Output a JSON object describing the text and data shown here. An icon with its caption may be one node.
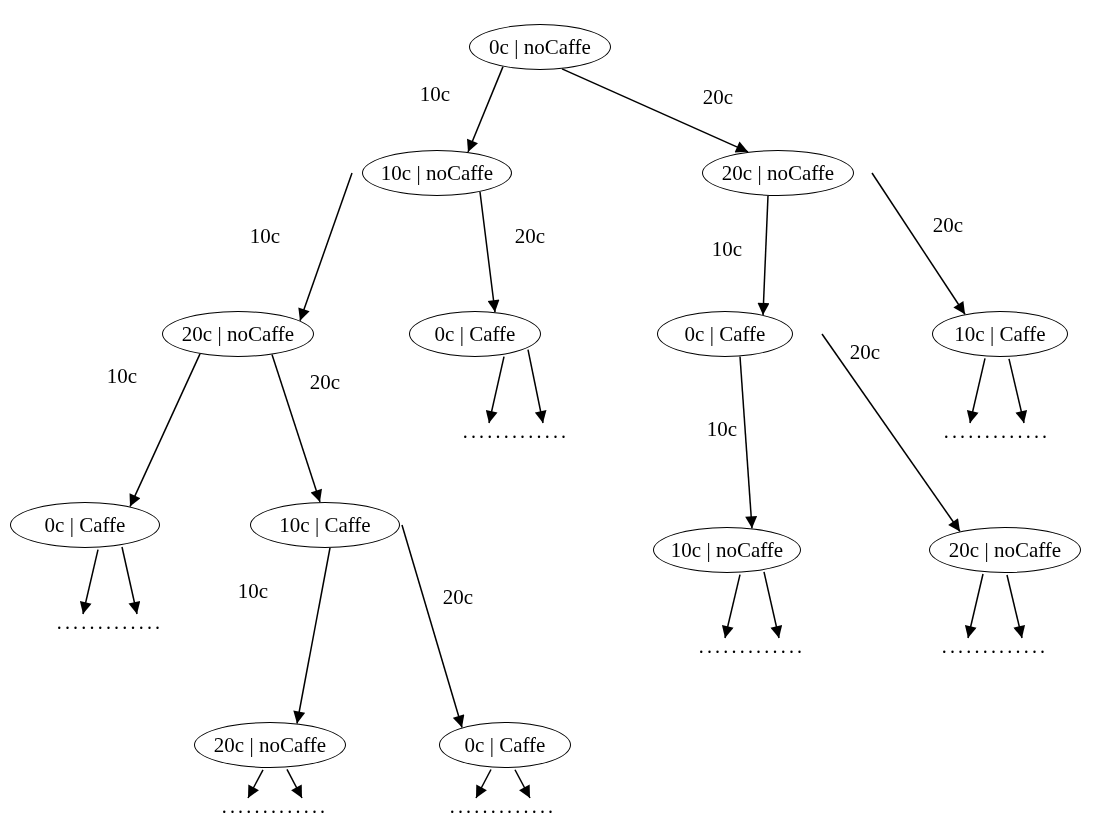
{
  "diagram": {
    "nodes": [
      {
        "text": [
          "0c | noCaffe"
        ]
      },
      {
        "text": [
          "10c | noCaffe"
        ]
      },
      {
        "text": [
          "20c | noCaffe"
        ]
      },
      {
        "text": [
          "20c | noCaffe"
        ]
      },
      {
        "text": [
          "0c | Caffe"
        ]
      },
      {
        "text": [
          "0c | Caffe"
        ]
      },
      {
        "text": [
          "10c | Caffe"
        ]
      },
      {
        "text": [
          "0c | Caffe"
        ]
      },
      {
        "text": [
          "10c | Caffe"
        ]
      },
      {
        "text": [
          "10c | noCaffe"
        ]
      },
      {
        "text": [
          "20c | noCaffe"
        ]
      },
      {
        "text": [
          "20c | noCaffe"
        ]
      },
      {
        "text": [
          "0c | Caffe"
        ]
      },
      {
        "text": [
          "............."
        ]
      },
      {
        "text": [
          "............."
        ]
      },
      {
        "text": [
          "............."
        ]
      },
      {
        "text": [
          "............."
        ]
      },
      {
        "text": [
          "............."
        ]
      },
      {
        "text": [
          "............."
        ]
      },
      {
        "text": [
          "............."
        ]
      }
    ],
    "edges": [
      {
        "from": 0,
        "to": 1,
        "arrow": "to",
        "label": "10c"
      },
      {
        "from": 0,
        "to": 2,
        "arrow": "to",
        "label": "20c"
      },
      {
        "from": 1,
        "to": 3,
        "arrow": "to",
        "label": "10c"
      },
      {
        "from": 1,
        "to": 4,
        "arrow": "to",
        "label": "20c"
      },
      {
        "from": 2,
        "to": 5,
        "arrow": "to",
        "label": "10c"
      },
      {
        "from": 2,
        "to": 6,
        "arrow": "to",
        "label": "20c"
      },
      {
        "from": 3,
        "to": 7,
        "arrow": "to",
        "label": "10c"
      },
      {
        "from": 3,
        "to": 8,
        "arrow": "to",
        "label": "20c"
      },
      {
        "from": 5,
        "to": 9,
        "arrow": "to",
        "label": "10c"
      },
      {
        "from": 5,
        "to": 10,
        "arrow": "to",
        "label": "20c"
      },
      {
        "from": 8,
        "to": 11,
        "arrow": "to",
        "label": "10c"
      },
      {
        "from": 8,
        "to": 12,
        "arrow": "to",
        "label": "20c"
      },
      {
        "from": 4,
        "to": 13,
        "arrow": "to"
      },
      {
        "from": 4,
        "to": 13,
        "arrow": "to"
      },
      {
        "from": 6,
        "to": 14,
        "arrow": "to"
      },
      {
        "from": 6,
        "to": 14,
        "arrow": "to"
      },
      {
        "from": 7,
        "to": 15,
        "arrow": "to"
      },
      {
        "from": 7,
        "to": 15,
        "arrow": "to"
      },
      {
        "from": 9,
        "to": 16,
        "arrow": "to"
      },
      {
        "from": 9,
        "to": 16,
        "arrow": "to"
      },
      {
        "from": 10,
        "to": 17,
        "arrow": "to"
      },
      {
        "from": 10,
        "to": 17,
        "arrow": "to"
      },
      {
        "from": 11,
        "to": 18,
        "arrow": "to"
      },
      {
        "from": 11,
        "to": 18,
        "arrow": "to"
      },
      {
        "from": 12,
        "to": 19,
        "arrow": "to"
      },
      {
        "from": 12,
        "to": 19,
        "arrow": "to"
      }
    ]
  }
}
